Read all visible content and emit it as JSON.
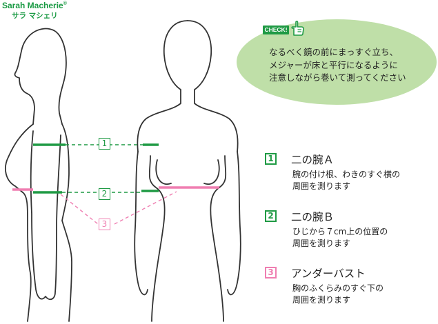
{
  "brand": {
    "name_en": "Sarah Macherie",
    "registered": "®",
    "name_ja": "サラ マシェリ"
  },
  "check": {
    "badge": "CHECK!",
    "lines": [
      "なるべく鏡の前にまっすぐ立ち、",
      "メジャーが床と平行になるように",
      "注意しながら巻いて測ってください"
    ]
  },
  "items": [
    {
      "num": "1",
      "title": "二の腕Ａ",
      "desc": [
        "腕の付け根、わきのすぐ横の",
        "周囲を測ります"
      ]
    },
    {
      "num": "2",
      "title": "二の腕Ｂ",
      "desc": [
        "ひじから７cm上の位置の",
        "周囲を測ります"
      ]
    },
    {
      "num": "3",
      "title": "アンダーバスト",
      "desc": [
        "胸のふくらみのすぐ下の",
        "周囲を測ります"
      ]
    }
  ],
  "diagram_labels": [
    "1",
    "2",
    "3"
  ],
  "colors": {
    "green": "#1f9a44",
    "pink": "#ef7eb1",
    "bubble": "#bfdfa8",
    "outline": "#333333"
  }
}
